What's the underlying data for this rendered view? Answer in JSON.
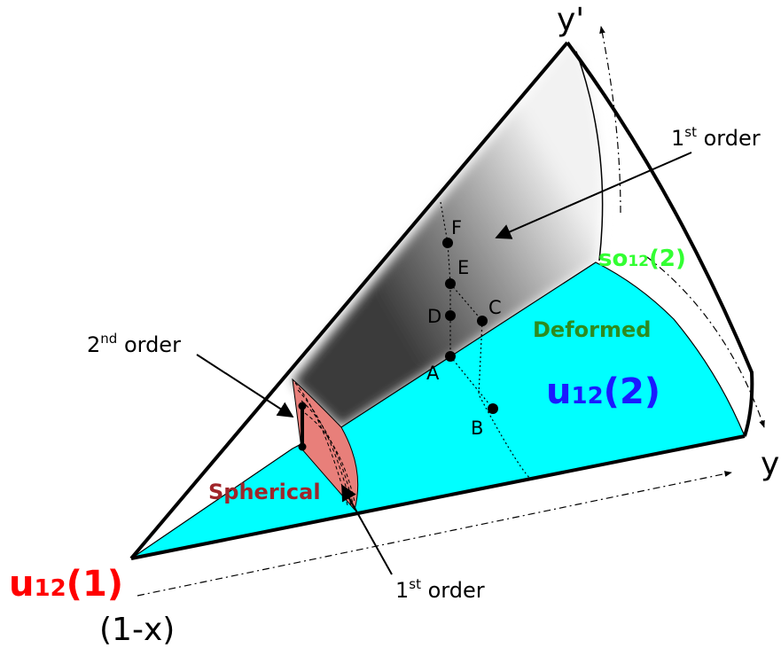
{
  "colors": {
    "cyan_region": "#00ffff",
    "spherical_region": "#e87f7a",
    "gray_region": "#4a4a4a",
    "u12_1": "#ff0000",
    "u12_2": "#1a1aff",
    "so12_2": "#33ff33",
    "deformed": "#2e8b1f",
    "spherical": "#a0252a"
  },
  "axes": {
    "y_prime": "y'",
    "y": "y",
    "one_minus_x": "(1-x)"
  },
  "groups": {
    "u12_1": {
      "base": "u",
      "sub": "12",
      "arg": "(1)"
    },
    "u12_2": {
      "base": "u",
      "sub": "12",
      "arg": "(2)"
    },
    "so12_2": {
      "base": "so",
      "sub": "12",
      "arg": "(2)"
    }
  },
  "regions": {
    "deformed": "Deformed",
    "spherical": "Spherical"
  },
  "annotations": {
    "first_order_top": {
      "prefix": "1",
      "sup": "st",
      "suffix": " order"
    },
    "second_order": {
      "prefix": "2",
      "sup": "nd",
      "suffix": " order"
    },
    "first_order_bottom": {
      "prefix": "1",
      "sup": "st",
      "suffix": " order"
    }
  },
  "points": {
    "A": "A",
    "B": "B",
    "C": "C",
    "D": "D",
    "E": "E",
    "F": "F"
  }
}
